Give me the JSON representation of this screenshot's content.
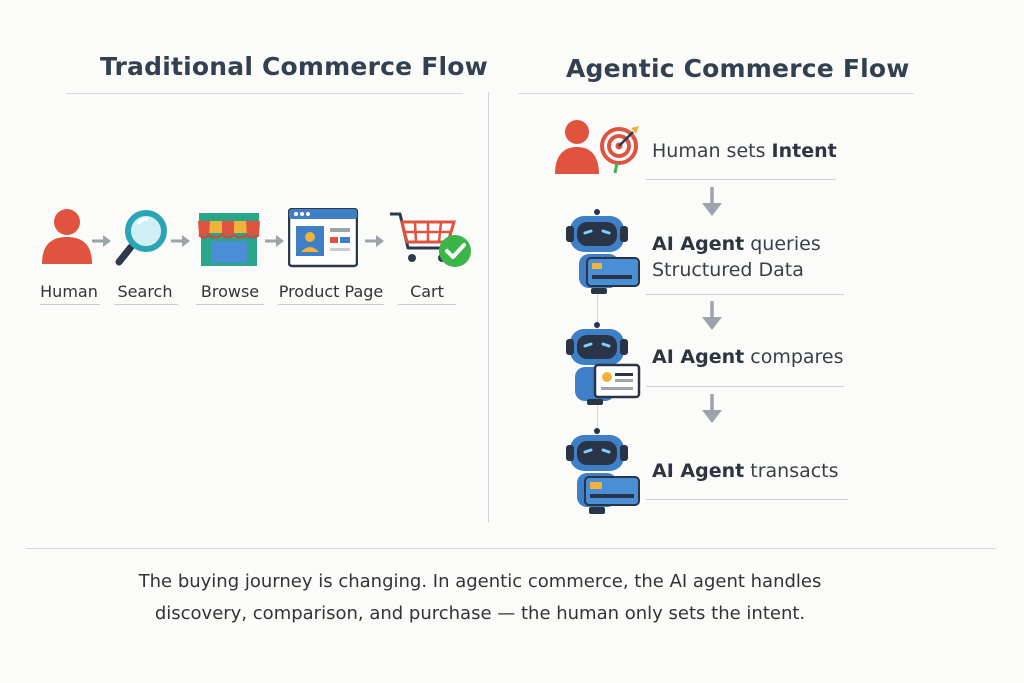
{
  "traditional": {
    "title": "Traditional Commerce Flow",
    "steps": [
      {
        "label": "Human",
        "icon": "person-icon"
      },
      {
        "label": "Search",
        "icon": "magnifier-icon"
      },
      {
        "label": "Browse",
        "icon": "storefront-icon"
      },
      {
        "label": "Product Page",
        "icon": "product-page-icon"
      },
      {
        "label": "Cart",
        "icon": "cart-check-icon"
      }
    ]
  },
  "agentic": {
    "title": "Agentic Commerce Flow",
    "steps": [
      {
        "bold_first": false,
        "pre": "Human sets ",
        "bold": "Intent",
        "post": "",
        "line2": "",
        "icon": "person-target-icon"
      },
      {
        "bold_first": true,
        "pre": "",
        "bold": "AI Agent",
        "post": " queries",
        "line2": "Structured Data",
        "icon": "robot-icon"
      },
      {
        "bold_first": true,
        "pre": "",
        "bold": "AI Agent",
        "post": " compares",
        "line2": "",
        "icon": "robot-compare-icon"
      },
      {
        "bold_first": true,
        "pre": "",
        "bold": "AI Agent",
        "post": " transacts",
        "line2": "",
        "icon": "robot-card-icon"
      }
    ]
  },
  "caption": {
    "line1": "The buying journey is changing. In agentic commerce, the AI agent handles",
    "line2": "discovery, comparison, and purchase — the human only sets the intent."
  },
  "colors": {
    "person": "#e0533f",
    "robot_blue": "#3f7fc8",
    "robot_dark": "#2a3447",
    "store_green": "#2aa58a",
    "check_green": "#3bb54a",
    "arrow_gray": "#9ea3a9"
  }
}
